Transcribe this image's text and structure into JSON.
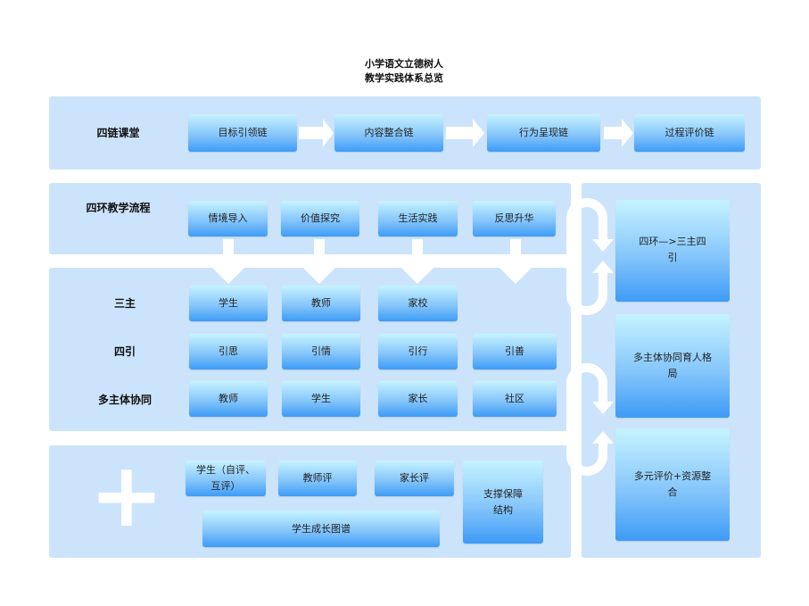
{
  "title": [
    "小学语文立德树人",
    "教学实践体系总览"
  ],
  "row1": {
    "label": "四链课堂",
    "items": [
      "目标引领链",
      "内容整合链",
      "行为呈现链",
      "过程评价链"
    ]
  },
  "row2": {
    "label": "四环教学流程",
    "items": [
      "情境导入",
      "价值探究",
      "生活实践",
      "反思升华"
    ]
  },
  "sanzhu": {
    "label": "三主",
    "items": [
      "学生",
      "教师",
      "家校"
    ]
  },
  "siyin": {
    "label": "四引",
    "items": [
      "引思",
      "引情",
      "引行",
      "引善"
    ]
  },
  "duozhuti": {
    "label": "多主体协同",
    "items": [
      "教师",
      "学生",
      "家长",
      "社区"
    ]
  },
  "support": {
    "plus": "+",
    "items": [
      "学生（自评、互评）",
      "教师评",
      "家长评",
      "支撑保障结构",
      "学生成长图谱"
    ]
  },
  "right": [
    "四环—>三主四引",
    "多主体协同育人格局",
    "多元评价+资源整合"
  ]
}
